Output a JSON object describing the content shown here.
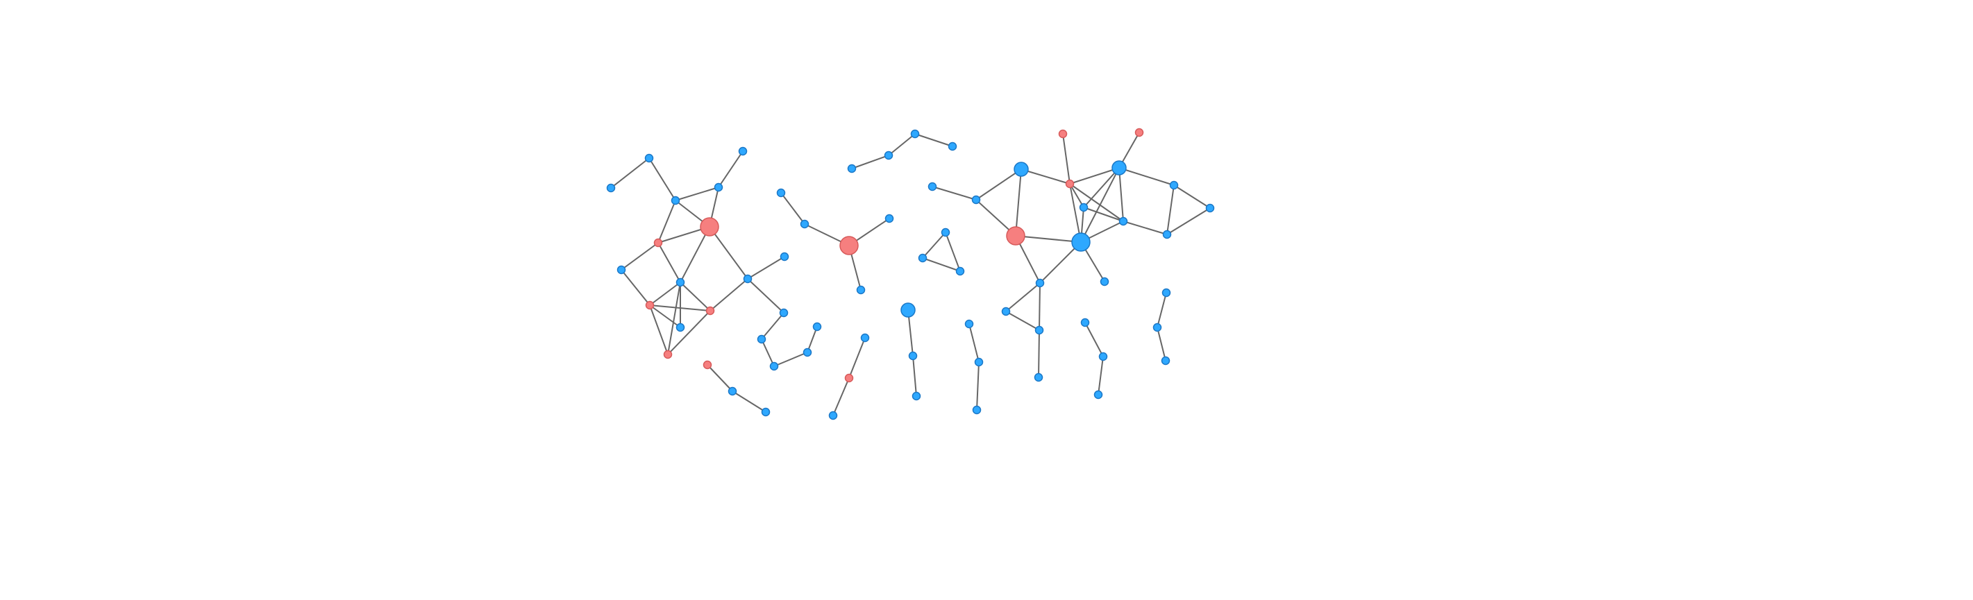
{
  "graph": {
    "colors": {
      "blue": "#2ea8ff",
      "blue_stroke": "#1b78c7",
      "red": "#f67f7f",
      "red_stroke": "#d75a5a",
      "edge": "#666666"
    },
    "node_size_levels": {
      "s": "small",
      "m": "medium",
      "l": "large"
    },
    "nodes": [
      {
        "id": "n1",
        "color": "blue",
        "size": "s"
      },
      {
        "id": "n2",
        "color": "blue",
        "size": "s"
      },
      {
        "id": "n3",
        "color": "blue",
        "size": "s"
      },
      {
        "id": "n4",
        "color": "blue",
        "size": "s"
      },
      {
        "id": "n5",
        "color": "blue",
        "size": "s"
      },
      {
        "id": "n6",
        "color": "red",
        "size": "l"
      },
      {
        "id": "n7",
        "color": "red",
        "size": "s"
      },
      {
        "id": "n8",
        "color": "blue",
        "size": "s"
      },
      {
        "id": "n9",
        "color": "blue",
        "size": "s"
      },
      {
        "id": "n10",
        "color": "blue",
        "size": "s"
      },
      {
        "id": "n11",
        "color": "red",
        "size": "s"
      },
      {
        "id": "n12",
        "color": "red",
        "size": "s"
      },
      {
        "id": "n13",
        "color": "blue",
        "size": "s"
      },
      {
        "id": "n14",
        "color": "red",
        "size": "s"
      },
      {
        "id": "n15",
        "color": "blue",
        "size": "s"
      },
      {
        "id": "n16",
        "color": "blue",
        "size": "s"
      },
      {
        "id": "n17",
        "color": "blue",
        "size": "s"
      },
      {
        "id": "n18",
        "color": "blue",
        "size": "s"
      },
      {
        "id": "n19",
        "color": "blue",
        "size": "s"
      },
      {
        "id": "n20",
        "color": "blue",
        "size": "s"
      },
      {
        "id": "n21",
        "color": "red",
        "size": "s"
      },
      {
        "id": "n22",
        "color": "blue",
        "size": "s"
      },
      {
        "id": "n23",
        "color": "blue",
        "size": "s"
      },
      {
        "id": "n24",
        "color": "blue",
        "size": "s"
      },
      {
        "id": "n25",
        "color": "red",
        "size": "l"
      },
      {
        "id": "n26",
        "color": "blue",
        "size": "s"
      },
      {
        "id": "n27",
        "color": "blue",
        "size": "s"
      },
      {
        "id": "n28",
        "color": "blue",
        "size": "s"
      },
      {
        "id": "n29",
        "color": "blue",
        "size": "s"
      },
      {
        "id": "n30",
        "color": "blue",
        "size": "s"
      },
      {
        "id": "n31",
        "color": "blue",
        "size": "s"
      },
      {
        "id": "n32",
        "color": "blue",
        "size": "s"
      },
      {
        "id": "n33",
        "color": "blue",
        "size": "s"
      },
      {
        "id": "n34",
        "color": "blue",
        "size": "s"
      },
      {
        "id": "n35",
        "color": "blue",
        "size": "s"
      },
      {
        "id": "n36",
        "color": "blue",
        "size": "s"
      },
      {
        "id": "n37",
        "color": "red",
        "size": "s"
      },
      {
        "id": "n38",
        "color": "blue",
        "size": "s"
      },
      {
        "id": "n39",
        "color": "blue",
        "size": "m"
      },
      {
        "id": "n40",
        "color": "blue",
        "size": "s"
      },
      {
        "id": "n41",
        "color": "blue",
        "size": "s"
      },
      {
        "id": "n42",
        "color": "blue",
        "size": "s"
      },
      {
        "id": "n43",
        "color": "blue",
        "size": "s"
      },
      {
        "id": "n44",
        "color": "blue",
        "size": "s"
      },
      {
        "id": "n45",
        "color": "blue",
        "size": "s"
      },
      {
        "id": "n46",
        "color": "blue",
        "size": "m"
      },
      {
        "id": "n47",
        "color": "red",
        "size": "s"
      },
      {
        "id": "n48",
        "color": "red",
        "size": "s"
      },
      {
        "id": "n49",
        "color": "blue",
        "size": "m"
      },
      {
        "id": "n50",
        "color": "red",
        "size": "l"
      },
      {
        "id": "n51",
        "color": "blue",
        "size": "l"
      },
      {
        "id": "n52",
        "color": "blue",
        "size": "s"
      },
      {
        "id": "n53",
        "color": "blue",
        "size": "s"
      },
      {
        "id": "n54",
        "color": "blue",
        "size": "s"
      },
      {
        "id": "n55",
        "color": "blue",
        "size": "s"
      },
      {
        "id": "n56",
        "color": "blue",
        "size": "s"
      },
      {
        "id": "n57",
        "color": "blue",
        "size": "s"
      },
      {
        "id": "n58",
        "color": "red",
        "size": "s"
      },
      {
        "id": "n59",
        "color": "blue",
        "size": "s"
      },
      {
        "id": "n60",
        "color": "blue",
        "size": "s"
      },
      {
        "id": "n61",
        "color": "blue",
        "size": "s"
      },
      {
        "id": "n62",
        "color": "blue",
        "size": "s"
      },
      {
        "id": "n63",
        "color": "blue",
        "size": "s"
      },
      {
        "id": "n64",
        "color": "blue",
        "size": "s"
      },
      {
        "id": "n65",
        "color": "blue",
        "size": "s"
      },
      {
        "id": "n66",
        "color": "blue",
        "size": "s"
      },
      {
        "id": "n67",
        "color": "blue",
        "size": "s"
      },
      {
        "id": "n68",
        "color": "blue",
        "size": "s"
      },
      {
        "id": "n69",
        "color": "blue",
        "size": "s"
      }
    ],
    "edges": [
      [
        "n1",
        "n2"
      ],
      [
        "n2",
        "n3"
      ],
      [
        "n3",
        "n4"
      ],
      [
        "n4",
        "n5"
      ],
      [
        "n3",
        "n6"
      ],
      [
        "n4",
        "n6"
      ],
      [
        "n3",
        "n7"
      ],
      [
        "n6",
        "n7"
      ],
      [
        "n6",
        "n9"
      ],
      [
        "n6",
        "n10"
      ],
      [
        "n7",
        "n8"
      ],
      [
        "n7",
        "n9"
      ],
      [
        "n8",
        "n11"
      ],
      [
        "n9",
        "n11"
      ],
      [
        "n9",
        "n12"
      ],
      [
        "n9",
        "n13"
      ],
      [
        "n9",
        "n14"
      ],
      [
        "n11",
        "n12"
      ],
      [
        "n11",
        "n13"
      ],
      [
        "n11",
        "n14"
      ],
      [
        "n12",
        "n14"
      ],
      [
        "n10",
        "n12"
      ],
      [
        "n10",
        "n15"
      ],
      [
        "n10",
        "n16"
      ],
      [
        "n16",
        "n17"
      ],
      [
        "n17",
        "n18"
      ],
      [
        "n18",
        "n19"
      ],
      [
        "n19",
        "n20"
      ],
      [
        "n21",
        "n22"
      ],
      [
        "n22",
        "n23"
      ],
      [
        "n24",
        "n26"
      ],
      [
        "n26",
        "n25"
      ],
      [
        "n25",
        "n27"
      ],
      [
        "n25",
        "n28"
      ],
      [
        "n29",
        "n30"
      ],
      [
        "n30",
        "n31"
      ],
      [
        "n31",
        "n32"
      ],
      [
        "n33",
        "n34"
      ],
      [
        "n34",
        "n35"
      ],
      [
        "n33",
        "n35"
      ],
      [
        "n36",
        "n37"
      ],
      [
        "n37",
        "n38"
      ],
      [
        "n39",
        "n40"
      ],
      [
        "n40",
        "n41"
      ],
      [
        "n42",
        "n43"
      ],
      [
        "n43",
        "n44"
      ],
      [
        "n45",
        "n52"
      ],
      [
        "n52",
        "n50"
      ],
      [
        "n52",
        "n46"
      ],
      [
        "n46",
        "n50"
      ],
      [
        "n46",
        "n48"
      ],
      [
        "n47",
        "n48"
      ],
      [
        "n48",
        "n49"
      ],
      [
        "n48",
        "n51"
      ],
      [
        "n48",
        "n53"
      ],
      [
        "n48",
        "n54"
      ],
      [
        "n49",
        "n53"
      ],
      [
        "n49",
        "n51"
      ],
      [
        "n49",
        "n54"
      ],
      [
        "n49",
        "n55"
      ],
      [
        "n53",
        "n51"
      ],
      [
        "n53",
        "n54"
      ],
      [
        "n54",
        "n51"
      ],
      [
        "n54",
        "n56"
      ],
      [
        "n55",
        "n56"
      ],
      [
        "n55",
        "n57"
      ],
      [
        "n56",
        "n57"
      ],
      [
        "n49",
        "n58"
      ],
      [
        "n50",
        "n51"
      ],
      [
        "n50",
        "n60"
      ],
      [
        "n51",
        "n60"
      ],
      [
        "n51",
        "n59"
      ],
      [
        "n60",
        "n61"
      ],
      [
        "n61",
        "n62"
      ],
      [
        "n60",
        "n62"
      ],
      [
        "n62",
        "n63"
      ],
      [
        "n64",
        "n65"
      ],
      [
        "n65",
        "n66"
      ],
      [
        "n67",
        "n68"
      ],
      [
        "n68",
        "n69"
      ]
    ]
  }
}
